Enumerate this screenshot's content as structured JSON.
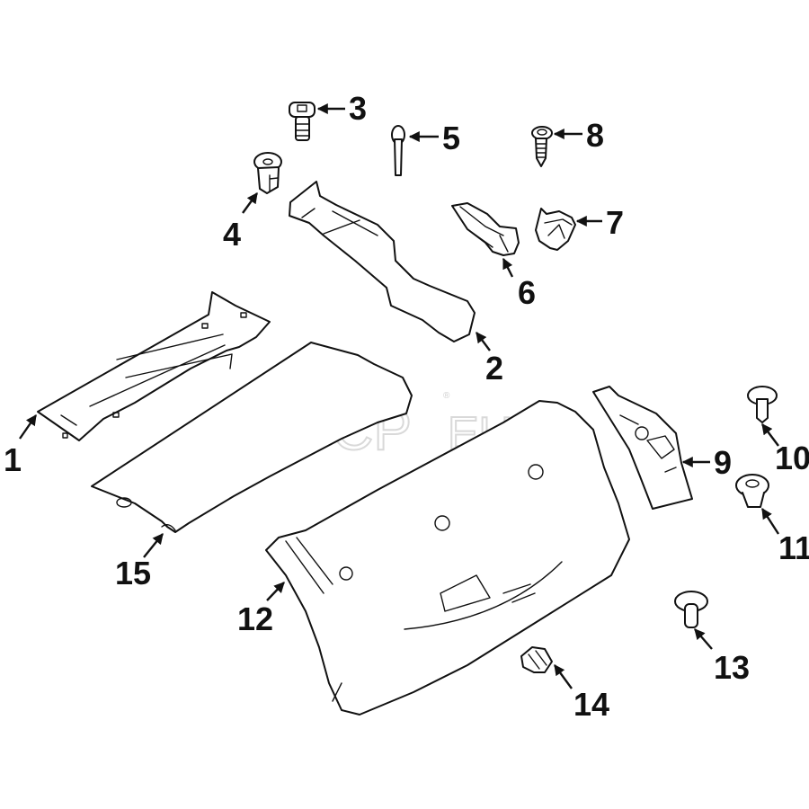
{
  "diagram": {
    "title": "Liftgate interior trim parts diagram",
    "watermark": {
      "brand": "FCP",
      "suffix": "EURO",
      "registered_mark": "®"
    },
    "callouts": [
      {
        "id": "1",
        "label": "1",
        "part": "trim panel (upper left)"
      },
      {
        "id": "2",
        "label": "2",
        "part": "side trim (upper)"
      },
      {
        "id": "3",
        "label": "3",
        "part": "bolt"
      },
      {
        "id": "4",
        "label": "4",
        "part": "nut insert"
      },
      {
        "id": "5",
        "label": "5",
        "part": "pin fastener"
      },
      {
        "id": "6",
        "label": "6",
        "part": "cover"
      },
      {
        "id": "7",
        "label": "7",
        "part": "cap"
      },
      {
        "id": "8",
        "label": "8",
        "part": "screw"
      },
      {
        "id": "9",
        "label": "9",
        "part": "side trim (right)"
      },
      {
        "id": "10",
        "label": "10",
        "part": "clip"
      },
      {
        "id": "11",
        "label": "11",
        "part": "grommet"
      },
      {
        "id": "12",
        "label": "12",
        "part": "liftgate lower trim panel"
      },
      {
        "id": "13",
        "label": "13",
        "part": "push pin"
      },
      {
        "id": "14",
        "label": "14",
        "part": "retainer"
      },
      {
        "id": "15",
        "label": "15",
        "part": "upper trim panel"
      }
    ]
  }
}
